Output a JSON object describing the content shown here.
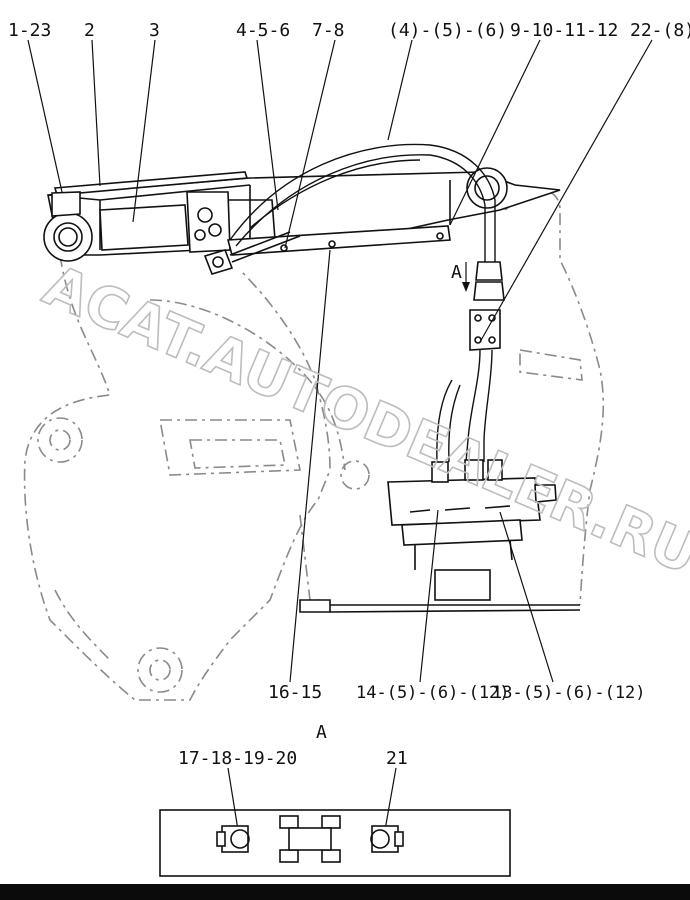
{
  "labels": {
    "l_1_23": "1-23",
    "l_2": "2",
    "l_3": "3",
    "l_4_5_6": "4-5-6",
    "l_7_8": "7-8",
    "l_456p": "(4)-(5)-(6)",
    "l_9_10_11_12": "9-10-11-12",
    "l_22_8": "22-(8)",
    "l_16_15": "16-15",
    "l_14": "14-(5)-(6)-(12)",
    "l_13": "13-(5)-(6)-(12)",
    "l_A_arrow": "A",
    "l_A_view": "A",
    "l_17_20": "17-18-19-20",
    "l_21": "21"
  },
  "watermark": {
    "line1": "ACAT.AUTODEALER.RU"
  },
  "colors": {
    "ink": "#111111",
    "ghost": "#8a8a8a",
    "watermark": "#bdbdbd"
  }
}
